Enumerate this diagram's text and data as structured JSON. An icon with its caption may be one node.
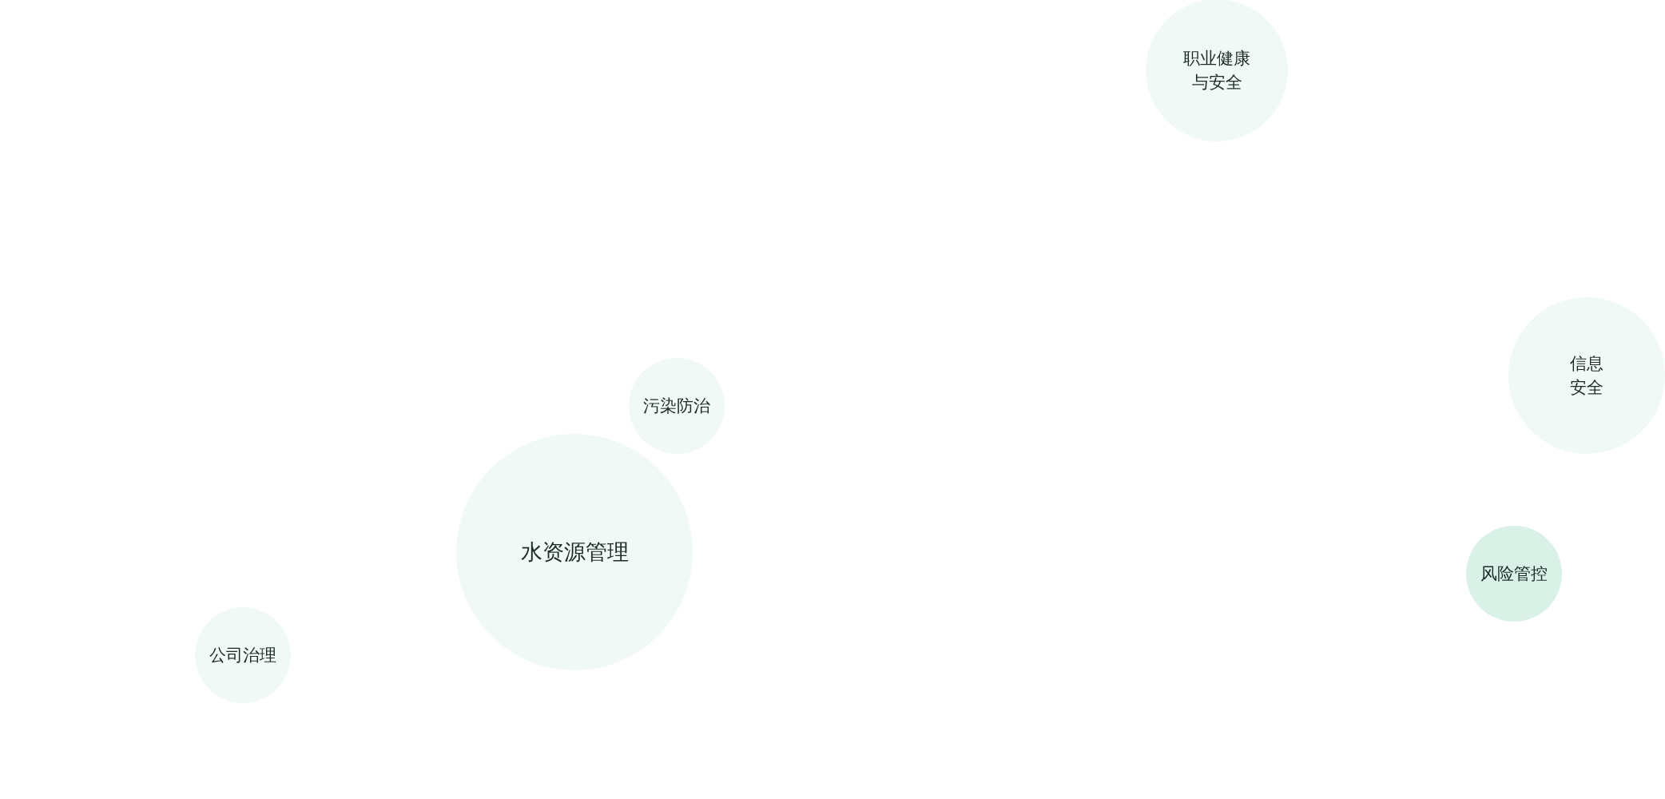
{
  "diagram": {
    "nodes": [
      {
        "text": [
          "职业健康与安全"
        ]
      },
      {
        "text": [
          "信息安全"
        ]
      },
      {
        "text": [
          "污染防治"
        ]
      },
      {
        "text": [
          "水资源管理"
        ]
      },
      {
        "text": [
          "风险管控"
        ]
      },
      {
        "text": [
          "公司治理"
        ]
      }
    ]
  }
}
